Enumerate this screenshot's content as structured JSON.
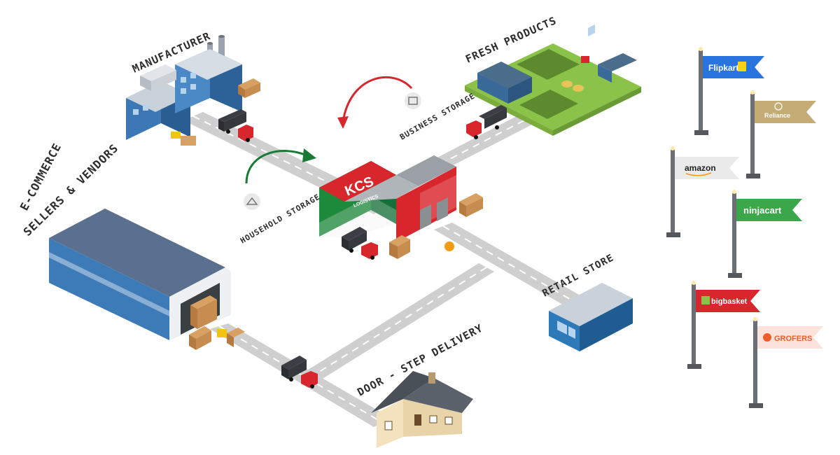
{
  "labels": {
    "manufacturer": "MANUFACTURER",
    "fresh_products": "FRESH PRODUCTS",
    "business_storage": "BUSINESS STORAGE",
    "household_storage": "HOUSEHOLD STORAGE",
    "ecommerce_line1": "E-COMMERCE",
    "ecommerce_line2": "SELLERS & VENDORS",
    "retail_store": "RETAIL STORE",
    "door_step": "DOOR - STEP DELIVERY"
  },
  "hub": {
    "logo_text": "KCS",
    "logo_sub": "LOGISTICS"
  },
  "flags": [
    {
      "name": "Flipkart",
      "color": "#2a74e0",
      "text_color": "#ffffff"
    },
    {
      "name": "Reliance",
      "color": "#c4ad74",
      "text_color": "#ffffff"
    },
    {
      "name": "amazon",
      "color": "#eaeaea",
      "text_color": "#222222"
    },
    {
      "name": "ninjacart",
      "color": "#3aa84a",
      "text_color": "#ffffff"
    },
    {
      "name": "bigbasket",
      "color": "#d8262d",
      "text_color": "#ffffff"
    },
    {
      "name": "GROFERS",
      "color": "#fbe3dc",
      "text_color": "#ef5d2a"
    }
  ],
  "colors": {
    "road": "#cfcfcf",
    "road_line": "#ffffff",
    "hub_green": "#1c8a3a",
    "hub_red": "#d8262d",
    "arrow_red": "#d8262d",
    "arrow_green": "#1a7a35",
    "factory_blue": "#3b78b5",
    "farm_green": "#8bc34a"
  }
}
